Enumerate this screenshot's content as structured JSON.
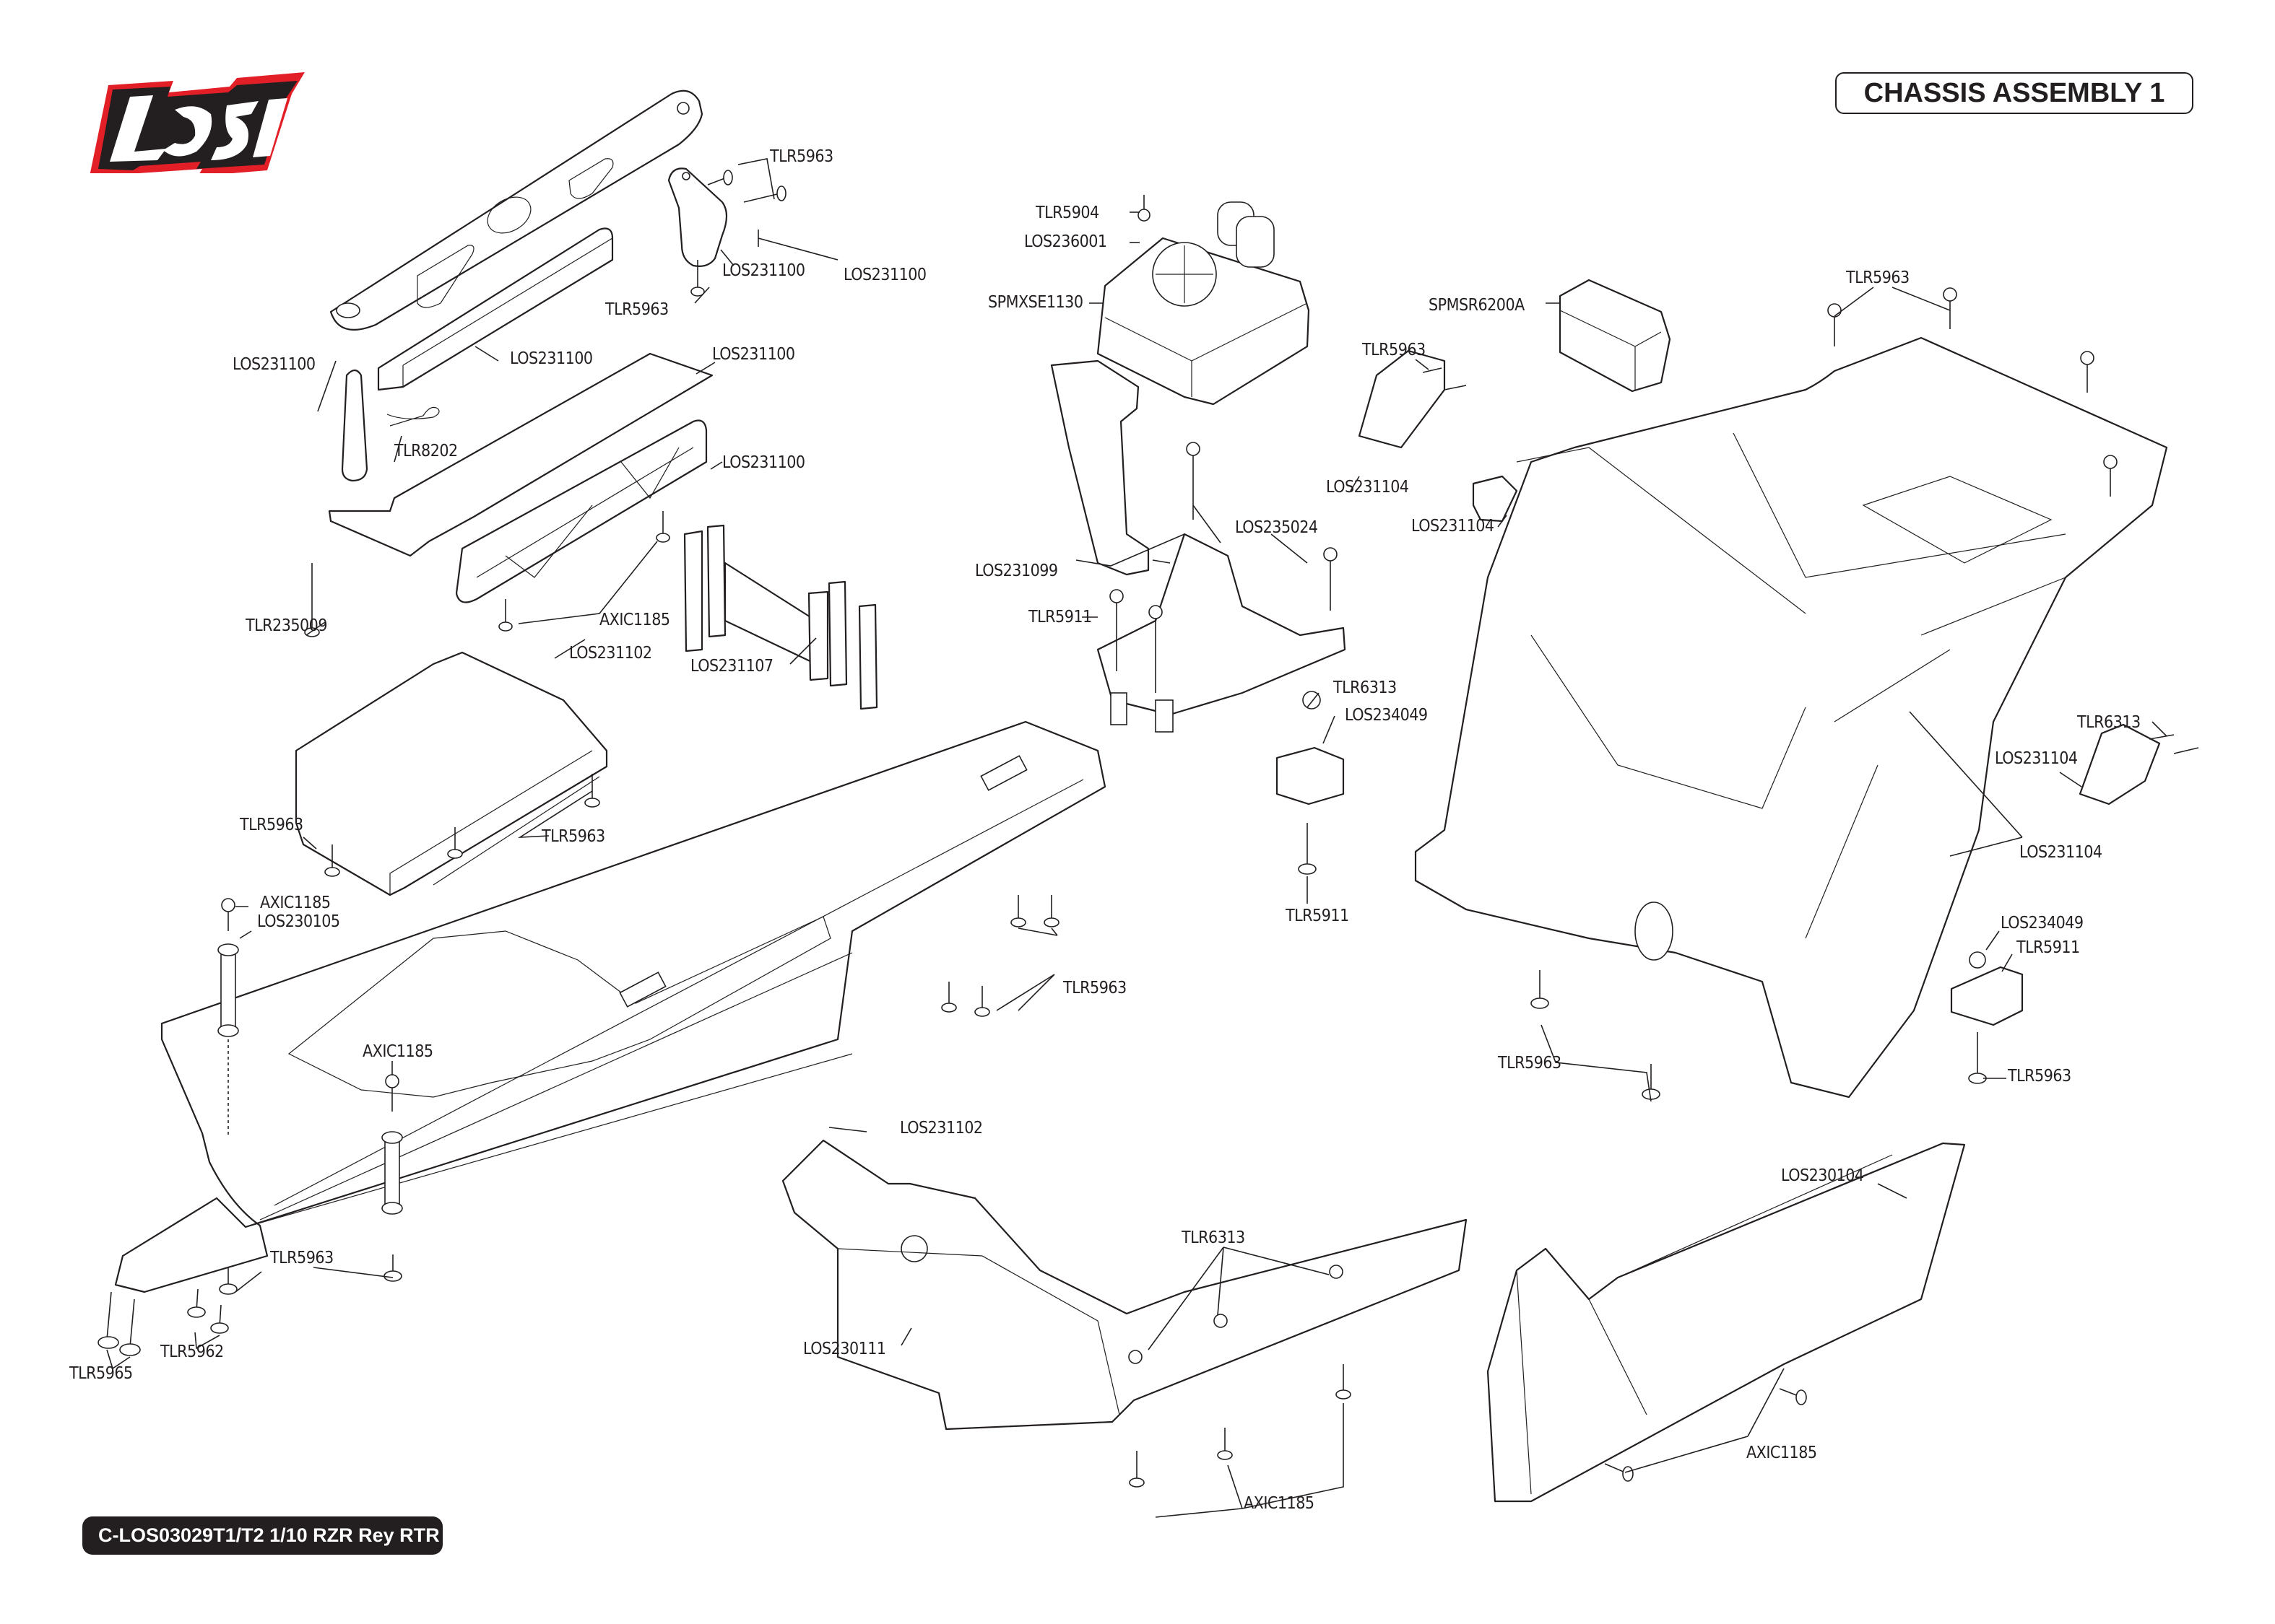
{
  "page": {
    "title": "CHASSIS ASSEMBLY 1",
    "footer": "C-LOS03029T1/T2 1/10 RZR Rey RTR",
    "brand": "LOSI",
    "brand_colors": {
      "outline": "#e21f26",
      "body": "#231f20",
      "letters": "#ffffff"
    }
  },
  "callouts": [
    {
      "id": "c01",
      "text": "TLR5963"
    },
    {
      "id": "c02",
      "text": "LOS231100"
    },
    {
      "id": "c03",
      "text": "LOS231100"
    },
    {
      "id": "c04",
      "text": "TLR5963"
    },
    {
      "id": "c05",
      "text": "LOS231100"
    },
    {
      "id": "c06",
      "text": "LOS231100"
    },
    {
      "id": "c07",
      "text": "LOS231100"
    },
    {
      "id": "c08",
      "text": "TLR8202"
    },
    {
      "id": "c09",
      "text": "LOS231100"
    },
    {
      "id": "c10",
      "text": "TLR235009"
    },
    {
      "id": "c11",
      "text": "AXIC1185"
    },
    {
      "id": "c12",
      "text": "LOS231107"
    },
    {
      "id": "c13",
      "text": "LOS231102"
    },
    {
      "id": "c14",
      "text": "TLR5963"
    },
    {
      "id": "c15",
      "text": "TLR5963"
    },
    {
      "id": "c16",
      "text": "AXIC1185"
    },
    {
      "id": "c17",
      "text": "LOS230105"
    },
    {
      "id": "c18",
      "text": "AXIC1185"
    },
    {
      "id": "c19",
      "text": "TLR5963"
    },
    {
      "id": "c20",
      "text": "TLR5965"
    },
    {
      "id": "c21",
      "text": "TLR5962"
    },
    {
      "id": "c22",
      "text": "TLR5904"
    },
    {
      "id": "c23",
      "text": "LOS236001"
    },
    {
      "id": "c24",
      "text": "SPMXSE1130"
    },
    {
      "id": "c25",
      "text": "SPMSR6200A"
    },
    {
      "id": "c26",
      "text": "TLR5963"
    },
    {
      "id": "c27",
      "text": "LOS231104"
    },
    {
      "id": "c28",
      "text": "LOS231104"
    },
    {
      "id": "c29",
      "text": "LOS235024"
    },
    {
      "id": "c30",
      "text": "LOS231099"
    },
    {
      "id": "c31",
      "text": "TLR5911"
    },
    {
      "id": "c32",
      "text": "TLR6313"
    },
    {
      "id": "c33",
      "text": "LOS234049"
    },
    {
      "id": "c34",
      "text": "TLR5911"
    },
    {
      "id": "c35",
      "text": "TLR5963"
    },
    {
      "id": "c36",
      "text": "LOS231102"
    },
    {
      "id": "c37",
      "text": "TLR6313"
    },
    {
      "id": "c38",
      "text": "LOS230111"
    },
    {
      "id": "c39",
      "text": "AXIC1185"
    },
    {
      "id": "c40",
      "text": "TLR5963"
    },
    {
      "id": "c41",
      "text": "TLR5963"
    },
    {
      "id": "c42",
      "text": "LOS231104"
    },
    {
      "id": "c43",
      "text": "LOS231104"
    },
    {
      "id": "c44",
      "text": "TLR6313"
    },
    {
      "id": "c45",
      "text": "LOS234049"
    },
    {
      "id": "c46",
      "text": "TLR5911"
    },
    {
      "id": "c47",
      "text": "TLR5963"
    },
    {
      "id": "c48",
      "text": "LOS230104"
    },
    {
      "id": "c49",
      "text": "AXIC1185"
    }
  ]
}
